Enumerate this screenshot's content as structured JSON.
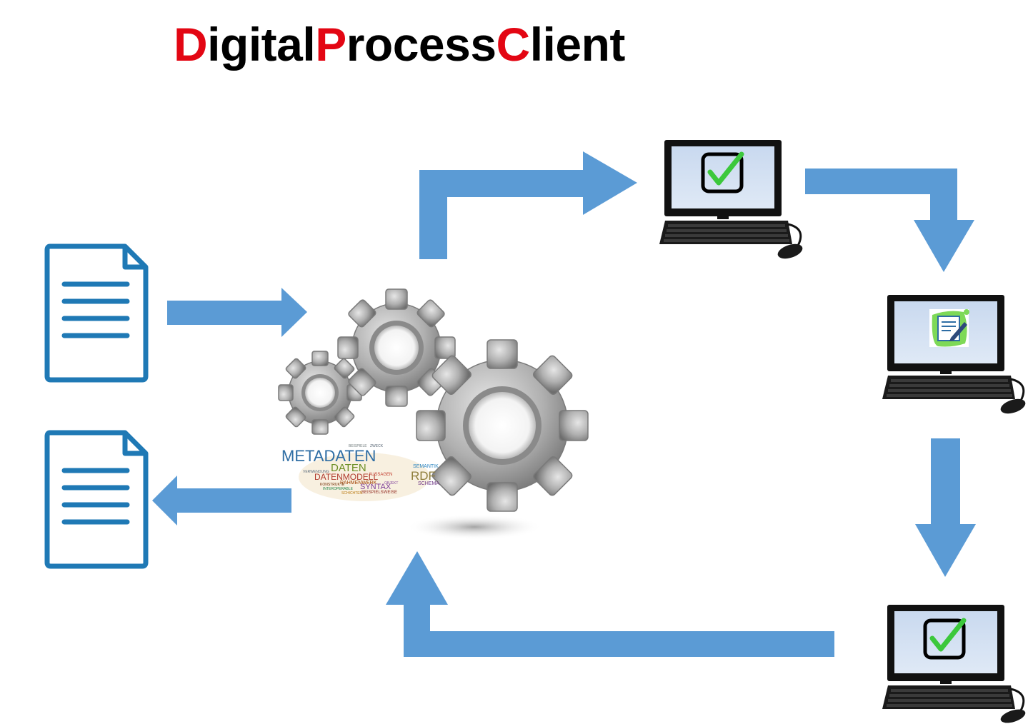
{
  "title": {
    "parts": [
      {
        "cap": "D",
        "rest": "igital"
      },
      {
        "cap": "P",
        "rest": "rocess"
      },
      {
        "cap": "C",
        "rest": "lient"
      }
    ]
  },
  "colors": {
    "arrow": "#5b9bd5",
    "document": "#1f79b5",
    "title_capital": "#e30613",
    "title_text": "#000000",
    "gear": "#a6a6a6",
    "checkmark": "#3cc83c"
  },
  "icons": {
    "input_document": "document-icon",
    "output_document": "document-icon",
    "engine": "gears-icon",
    "workstation_1": "computer-checkmark-icon",
    "workstation_2": "computer-edit-icon",
    "workstation_3": "computer-checkmark-icon"
  },
  "wordcloud": {
    "large": [
      "METADATEN",
      "DATEN",
      "DATENMODELL",
      "RDF",
      "SYNTAX"
    ],
    "small": [
      "RAHMENWERK",
      "SEMANTIK",
      "SCHEMA",
      "AUSSAGEN",
      "BEISPIELSWEISE",
      "INTEROPERABLE",
      "SCHICHTEN",
      "VERWENDUNG",
      "OBJEKT",
      "ZWECK",
      "BEISPIELE",
      "KONSTRUKTE"
    ]
  }
}
